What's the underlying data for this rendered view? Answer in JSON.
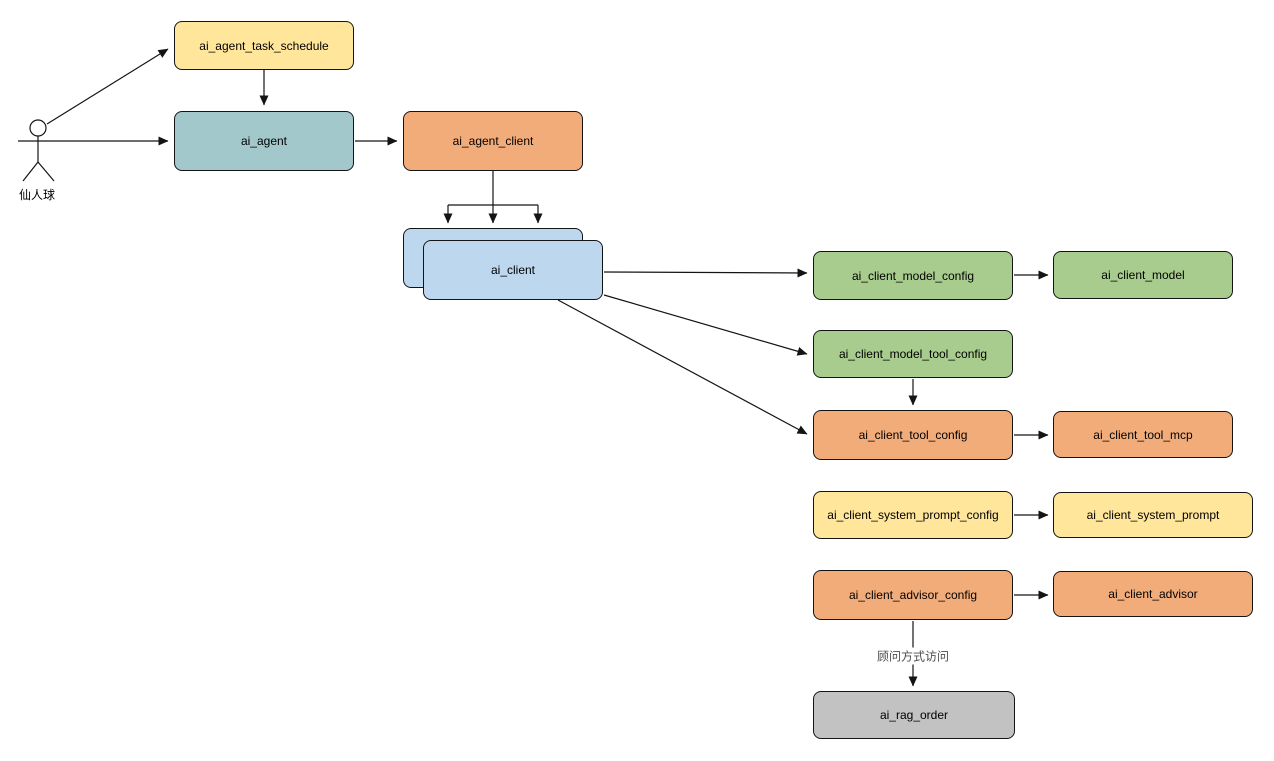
{
  "diagram": {
    "actor": {
      "label": "仙人球"
    },
    "nodes": [
      {
        "id": "ai_agent_task_schedule",
        "label": "ai_agent_task_schedule",
        "color_key": "yellow"
      },
      {
        "id": "ai_agent",
        "label": "ai_agent",
        "color_key": "teal"
      },
      {
        "id": "ai_agent_client",
        "label": "ai_agent_client",
        "color_key": "orange"
      },
      {
        "id": "ai_client_back",
        "label": "",
        "color_key": "blue"
      },
      {
        "id": "ai_client",
        "label": "ai_client",
        "color_key": "blue"
      },
      {
        "id": "ai_client_model_config",
        "label": "ai_client_model_config",
        "color_key": "green"
      },
      {
        "id": "ai_client_model",
        "label": "ai_client_model",
        "color_key": "green"
      },
      {
        "id": "ai_client_model_tool_config",
        "label": "ai_client_model_tool_config",
        "color_key": "green"
      },
      {
        "id": "ai_client_tool_config",
        "label": "ai_client_tool_config",
        "color_key": "orange"
      },
      {
        "id": "ai_client_tool_mcp",
        "label": "ai_client_tool_mcp",
        "color_key": "orange"
      },
      {
        "id": "ai_client_system_prompt_config",
        "label": "ai_client_system_prompt_config",
        "color_key": "yellow"
      },
      {
        "id": "ai_client_system_prompt",
        "label": "ai_client_system_prompt",
        "color_key": "yellow"
      },
      {
        "id": "ai_client_advisor_config",
        "label": "ai_client_advisor_config",
        "color_key": "orange"
      },
      {
        "id": "ai_client_advisor",
        "label": "ai_client_advisor",
        "color_key": "orange"
      },
      {
        "id": "ai_rag_order",
        "label": "ai_rag_order",
        "color_key": "gray"
      }
    ],
    "edge_labels": {
      "advisor_to_rag": "顾问方式访问"
    },
    "colors": {
      "yellow": "#FFE69B",
      "teal": "#A2C8CB",
      "orange": "#F2AC7A",
      "blue": "#BDD8EE",
      "green": "#A8CC8D",
      "gray": "#C2C2C2",
      "border": "#141414",
      "edge": "#141414",
      "edge_label_text": "#4D4D4D"
    }
  }
}
